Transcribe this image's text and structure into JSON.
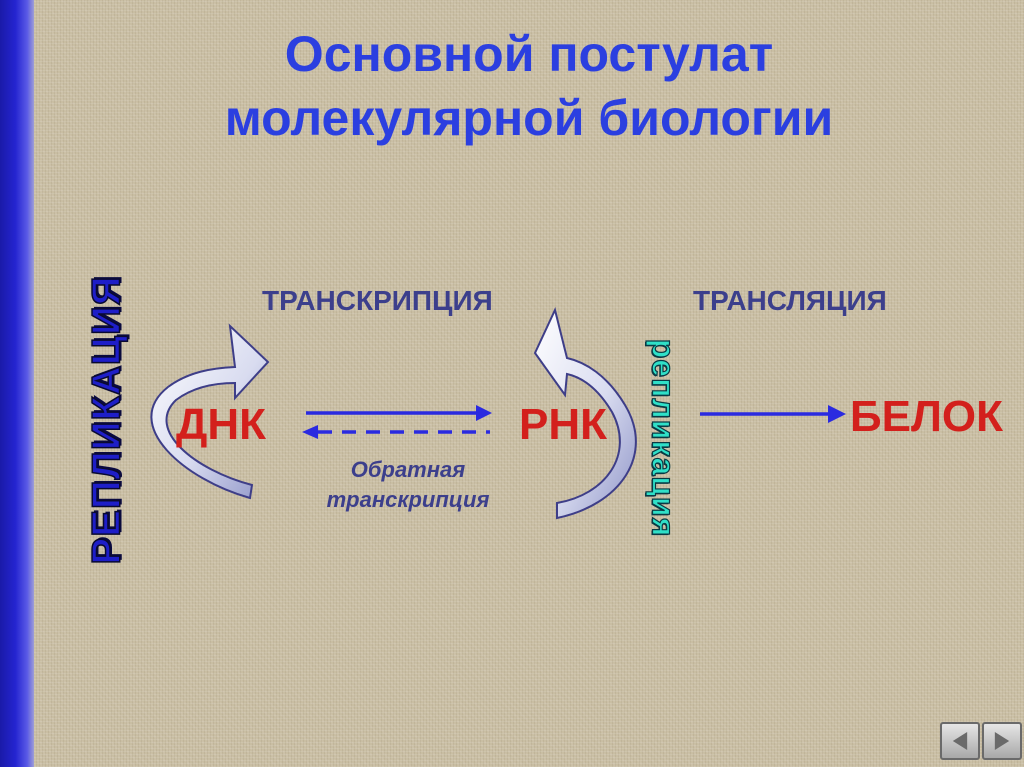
{
  "title": {
    "line1": "Основной постулат",
    "line2": "молекулярной биологии"
  },
  "labels": {
    "transcription": "ТРАНСКРИПЦИЯ",
    "translation": "ТРАНСЛЯЦИЯ",
    "dna": "ДНК",
    "rna": "РНК",
    "protein": "БЕЛОК",
    "reverse_line1": "Обратная",
    "reverse_line2": "транскрипция",
    "replication_left": "РЕПЛИКАЦИЯ",
    "replication_right": "репликация"
  },
  "navigation": {
    "prev_icon": "triangle-left-icon",
    "next_icon": "triangle-right-icon"
  },
  "colors": {
    "title": "#2b3fe0",
    "molecule": "#d3201c",
    "process": "#3c3f8c",
    "arrow": "#2a2ae0",
    "replication_left": "#1e1ec8",
    "replication_right": "#2fe0c8"
  }
}
